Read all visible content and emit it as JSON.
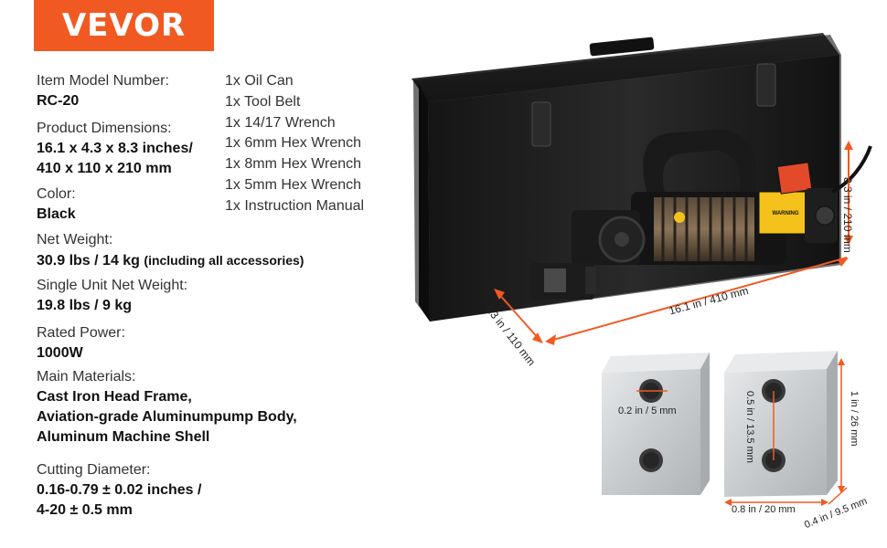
{
  "brand": {
    "logo_text": "VEVOR",
    "color": "#f05a22"
  },
  "specs": [
    {
      "label": "Item Model Number:",
      "value": [
        "RC-20"
      ]
    },
    {
      "label": "Product Dimensions:",
      "value": [
        "16.1 x 4.3 x 8.3 inches/",
        "410 x 110 x 210 mm"
      ]
    },
    {
      "label": "Color:",
      "value": [
        "Black"
      ]
    },
    {
      "label": "Net Weight:",
      "value": [
        "30.9 lbs / 14 kg"
      ],
      "note": "(including all accessories)"
    },
    {
      "label": "Single Unit Net Weight:",
      "value": [
        "19.8 lbs / 9 kg"
      ]
    },
    {
      "label": "Rated Power:",
      "value": [
        "1000W"
      ]
    },
    {
      "label": "Main Materials:",
      "value": [
        "Cast Iron Head Frame,",
        "Aviation-grade Aluminumpump Body,",
        "Aluminum Machine Shell"
      ]
    },
    {
      "label": "Cutting Diameter:",
      "value": [
        "0.16-0.79 ± 0.02 inches /",
        "4-20 ± 0.5 mm"
      ]
    }
  ],
  "accessories": [
    "1x Oil Can",
    "1x Tool Belt",
    "1x 14/17 Wrench",
    "1x 6mm Hex Wrench",
    "1x 8mm Hex Wrench",
    "1x 5mm Hex Wrench",
    "1x Instruction Manual"
  ],
  "dimensions": {
    "height": "8.3 in / 210 mm",
    "length": "16.1 in / 410 mm",
    "width": "4.3 in / 110 mm",
    "blade_hole": "0.2 in / 5 mm",
    "blade_hole_spacing": "0.5 in / 13.5 mm",
    "blade_height": "1 in / 26 mm",
    "blade_width": "0.8 in / 20 mm",
    "blade_depth": "0.4 in / 9.5 mm"
  },
  "warning_label": "WARNING",
  "colors": {
    "dimension_line": "#f05a22",
    "case": "#1c1c1c",
    "blade": "#cfd2d4"
  }
}
